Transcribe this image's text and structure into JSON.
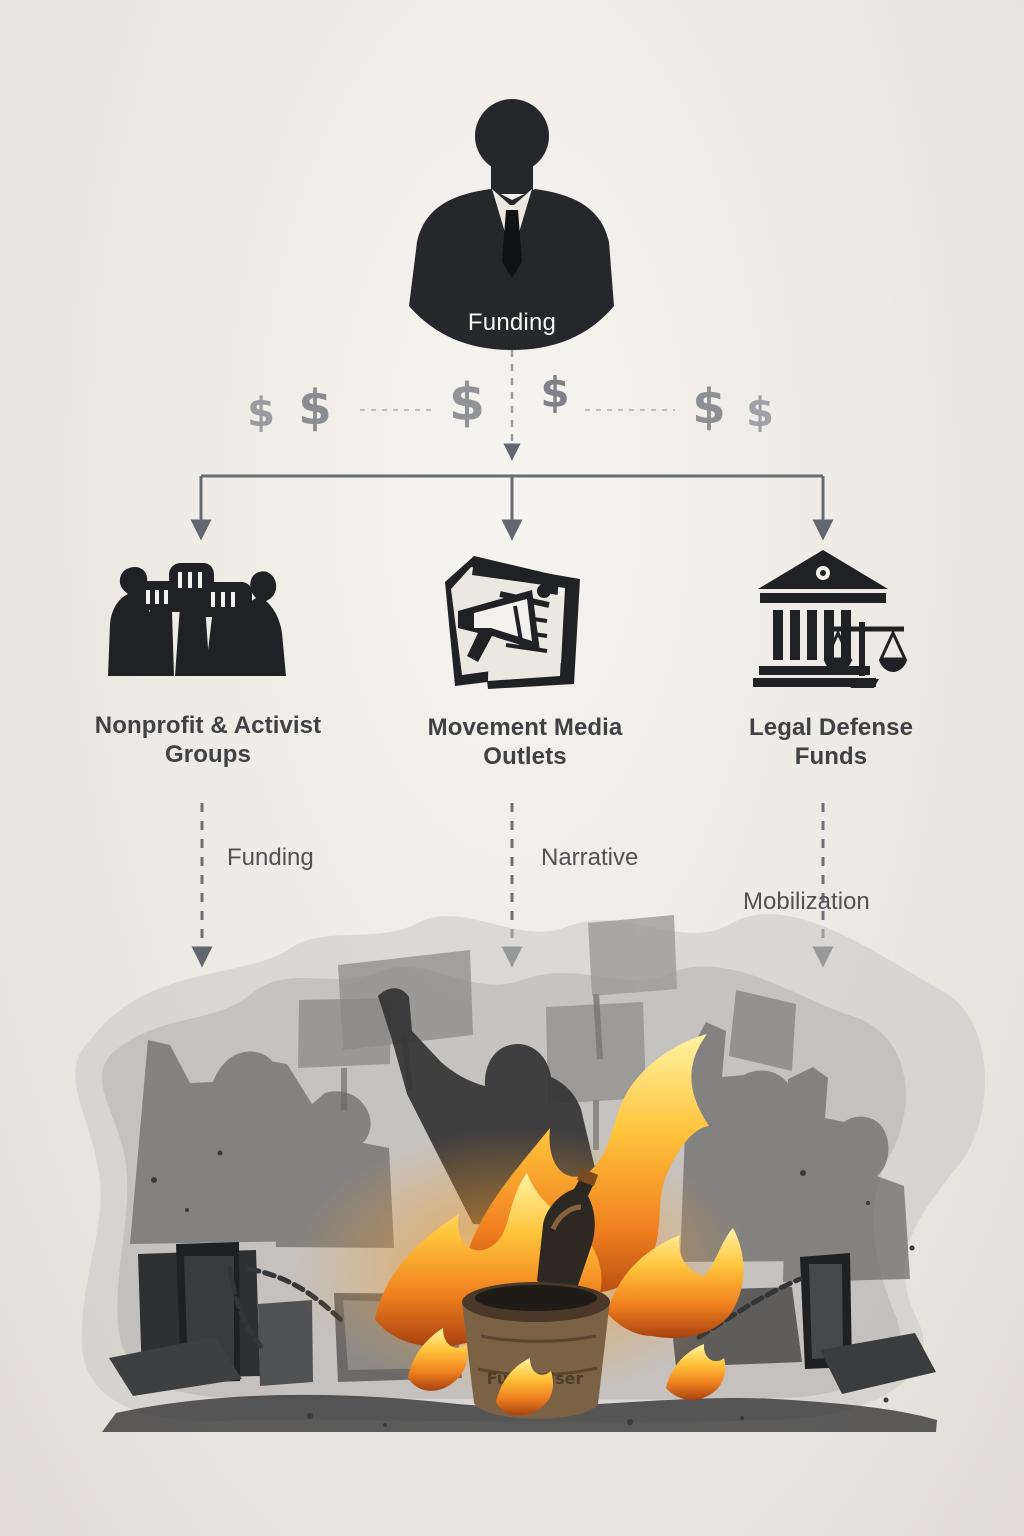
{
  "top": {
    "label": "Funding"
  },
  "groups": [
    {
      "label": "Nonprofit & Activist\nGroups"
    },
    {
      "label": "Movement Media\nOutlets"
    },
    {
      "label": "Legal Defense\nFunds"
    }
  ],
  "flows": [
    {
      "label": "Funding"
    },
    {
      "label": "Narrative"
    },
    {
      "label": "Mobilization"
    }
  ],
  "money": {
    "symbol": "$"
  },
  "scene": {
    "bucket_text": "Fundraiser"
  },
  "colors": {
    "background": "#eeebe6",
    "dark": "#1f2023",
    "arrow": "#6f737a",
    "fire": "#f4a51c"
  }
}
